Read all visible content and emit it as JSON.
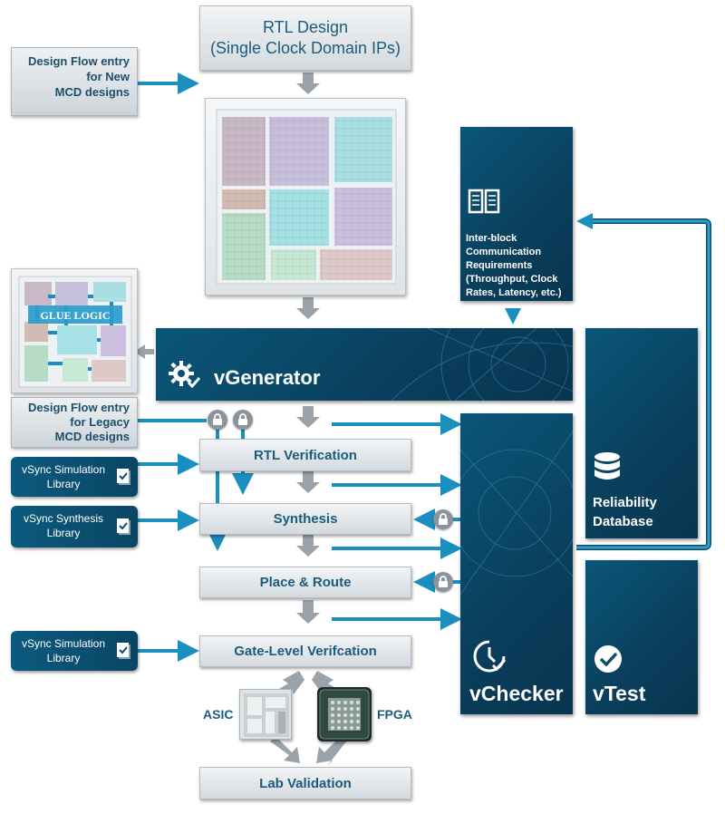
{
  "rtl_design": {
    "line1": "RTL Design",
    "line2": "(Single Clock Domain IPs)"
  },
  "entry_new": {
    "line1": "Design Flow entry",
    "line2": "for New",
    "line3": "MCD designs"
  },
  "entry_legacy": {
    "line1": "Design Flow entry",
    "line2": "for Legacy",
    "line3": "MCD designs"
  },
  "glue_logic": "GLUE LOGIC",
  "vgenerator": "vGenerator",
  "requirements": {
    "line1": "Inter-block",
    "line2": "Communication",
    "line3": "Requirements",
    "line4": "(Throughput, Clock",
    "line5": "Rates, Latency, etc.)"
  },
  "reliability": {
    "line1": "Reliability",
    "line2": "Database"
  },
  "vchecker": "vChecker",
  "vtest": "vTest",
  "steps": {
    "rtl_verification": "RTL Verification",
    "synthesis": "Synthesis",
    "place_route": "Place & Route",
    "gate_level": "Gate-Level Verifcation",
    "lab_validation": "Lab Validation"
  },
  "libs": {
    "sim1": {
      "line1": "vSync Simulation",
      "line2": "Library"
    },
    "synth": {
      "line1": "vSync Synthesis",
      "line2": "Library"
    },
    "sim2": {
      "line1": "vSync Simulation",
      "line2": "Library"
    }
  },
  "asic": "ASIC",
  "fpga": "FPGA",
  "colors": {
    "accent": "#1a8fbf",
    "dark_panel": "#0a4564",
    "arrow_gray": "#9aa3aa",
    "text_blue": "#1b5c7e"
  }
}
